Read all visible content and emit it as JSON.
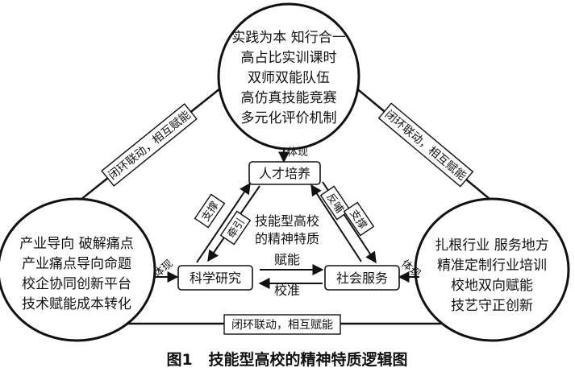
{
  "diagram": {
    "top_circle": {
      "lines": [
        "实践为本 知行合一",
        "高占比实训课时",
        "双师双能队伍",
        "高仿真技能竞赛",
        "多元化评价机制"
      ]
    },
    "left_circle": {
      "lines": [
        "产业导向 破解痛点",
        "产业痛点导向命题",
        "校企协同创新平台",
        "技术赋能成本转化"
      ]
    },
    "right_circle": {
      "lines": [
        "扎根行业 服务地方",
        "精准定制行业培训",
        "校地双向赋能",
        "技艺守正创新"
      ]
    },
    "nodes": {
      "talent": "人才培养",
      "research": "科学研究",
      "service": "社会服务"
    },
    "center_text": [
      "技能型高校",
      "的精神特质"
    ],
    "edge_labels": {
      "top_embody": "体现",
      "left_embody": "体现",
      "right_embody": "体现",
      "support_left": "支撑",
      "lead": "牵引",
      "feedback": "反哺",
      "support_right": "支撑",
      "empower": "赋能",
      "calibrate": "校准"
    },
    "loop_labels": {
      "left": "闭环联动，相互赋能",
      "right": "闭环联动，相互赋能",
      "bottom": "闭环联动，相互赋能"
    }
  },
  "caption": "图1   技能型高校的精神特质逻辑图"
}
